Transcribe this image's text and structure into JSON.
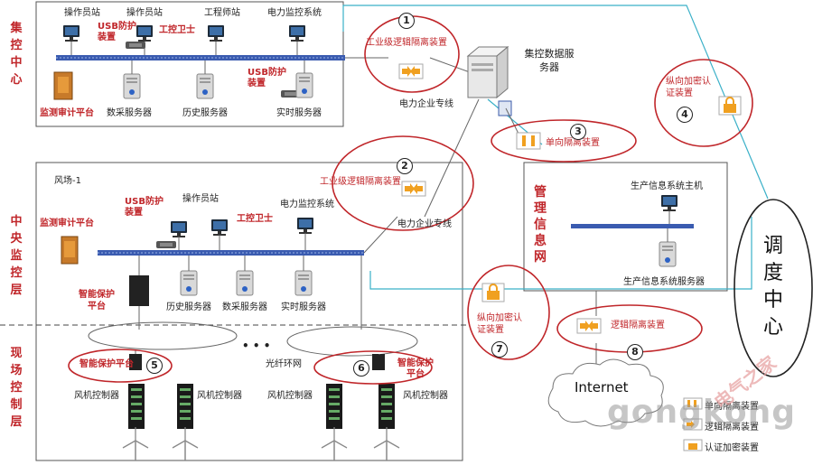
{
  "zones": {
    "jikong": "集控中心",
    "zhongyang": "中央监控层",
    "xianchang": "现场控制层",
    "guanli": "管理信息网",
    "diaodu": "调度中心"
  },
  "top_zone": {
    "stations": [
      "操作员站",
      "操作员站",
      "工程师站",
      "电力监控系统"
    ],
    "usb_guard": "USB防护装置",
    "usb_guard_2": "USB防护装置",
    "industrial_guard": "工控卫士",
    "audit": "监测审计平台",
    "servers": [
      "数采服务器",
      "历史服务器",
      "实时服务器"
    ],
    "isolation_label": "工业级逻辑隔离装置",
    "enterprise_line": "电力企业专线"
  },
  "data_server": "集控数据服务器",
  "mid_zone": {
    "title": "风场-1",
    "usb_guard": "USB防护装置",
    "operator": "操作员站",
    "industrial_guard": "工控卫士",
    "power_monitor": "电力监控系统",
    "audit": "监测审计平台",
    "protect": "智能保护平台",
    "servers": [
      "历史服务器",
      "数采服务器",
      "实时服务器"
    ],
    "isolation_label": "工业级逻辑隔离装置",
    "enterprise_line": "电力企业专线"
  },
  "field_zone": {
    "ellipsis": "• • •",
    "ring": "光纤环网",
    "protect_1": "智能保护平台",
    "protect_2": "智能保护平台",
    "controllers": [
      "风机控制器",
      "风机控制器",
      "风机控制器",
      "风机控制器"
    ]
  },
  "unidirectional": "单向隔离装置",
  "vertical_encrypt": "纵向加密认证装置",
  "mgmt": {
    "host": "生产信息系统主机",
    "server": "生产信息系统服务器",
    "logical_iso": "逻辑隔离装置",
    "encrypt_7": "纵向加密认证装置"
  },
  "internet": "Internet",
  "numbers": [
    "1",
    "2",
    "3",
    "4",
    "5",
    "6",
    "7",
    "8"
  ],
  "legend": [
    "单向隔离装置",
    "逻辑隔离装置",
    "认证加密装置"
  ],
  "watermark": {
    "main": "gongkong",
    "cn": "电气之家"
  },
  "colors": {
    "accent_red": "#c0262a",
    "bus_blue": "#3a5bb0",
    "link_cyan": "#3ab0c8"
  }
}
